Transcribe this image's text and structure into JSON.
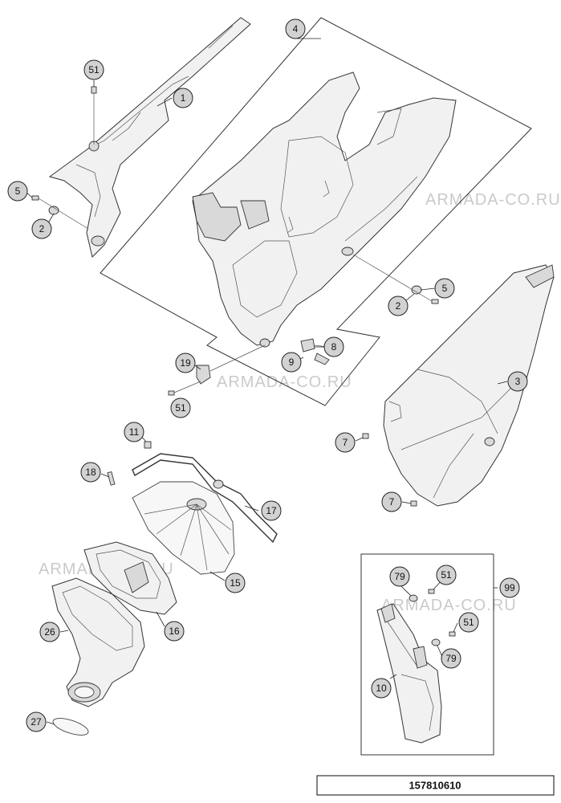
{
  "watermark": "ARMADA-CO.RU",
  "document_number": "157810610",
  "callouts": {
    "c1": "1",
    "c2a": "2",
    "c2b": "2",
    "c3": "3",
    "c4": "4",
    "c5a": "5",
    "c5b": "5",
    "c7a": "7",
    "c7b": "7",
    "c8": "8",
    "c9": "9",
    "c10": "10",
    "c11": "11",
    "c15": "15",
    "c16": "16",
    "c17": "17",
    "c18": "18",
    "c19": "19",
    "c26": "26",
    "c27": "27",
    "c51a": "51",
    "c51b": "51",
    "c51c": "51",
    "c51d": "51",
    "c79a": "79",
    "c79b": "79",
    "c99": "99"
  }
}
